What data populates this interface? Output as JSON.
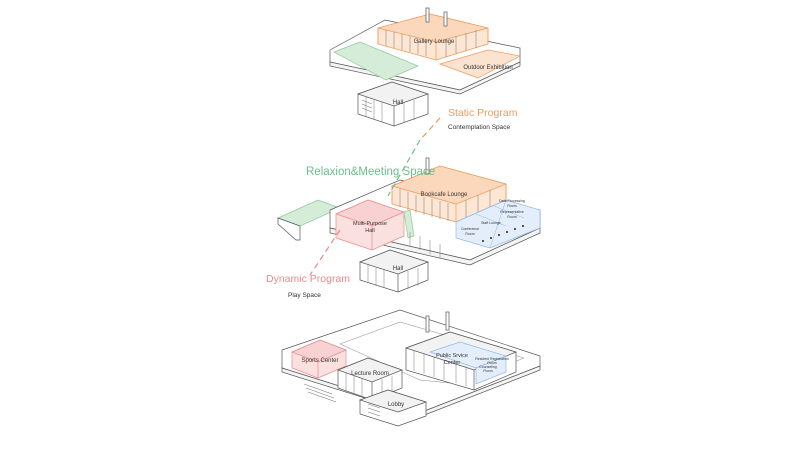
{
  "colors": {
    "static": "#ef9a5c",
    "meeting": "#6cbf8a",
    "dynamic": "#e88a8a",
    "service": "#8fb8e8",
    "line": "#555555",
    "text": "#333333"
  },
  "legend": {
    "static_title": "Static Program",
    "static_sub": "Contemplation Space",
    "meeting_title": "Relaxion&Meeting Space",
    "dynamic_title": "Dynamic Program",
    "dynamic_sub": "Play Space"
  },
  "top_floor": {
    "gallery": "Gallery Lounge",
    "outdoor": "Outdoor Exhibition",
    "hall": "Hall"
  },
  "middle_floor": {
    "bookcafe": "Bookcafe Lounge",
    "multipurpose_1": "Multi-Purpose",
    "multipurpose_2": "Hall",
    "hall": "Hall",
    "conference_1": "Conference",
    "conference_2": "Room",
    "staff": "Staff Lounge",
    "data_1": "Data Processing",
    "data_2": "Room",
    "rep_1": "Representative",
    "rep_2": "Room"
  },
  "ground_floor": {
    "sports": "Sports Center",
    "lecture": "Lecture Room",
    "lobby": "Lobby",
    "public_1": "Public Srvice",
    "public_2": "Center",
    "reg_1": "Resident Registration",
    "reg_2": "Room",
    "counsel_1": "Counseling",
    "counsel_2": "Room"
  }
}
